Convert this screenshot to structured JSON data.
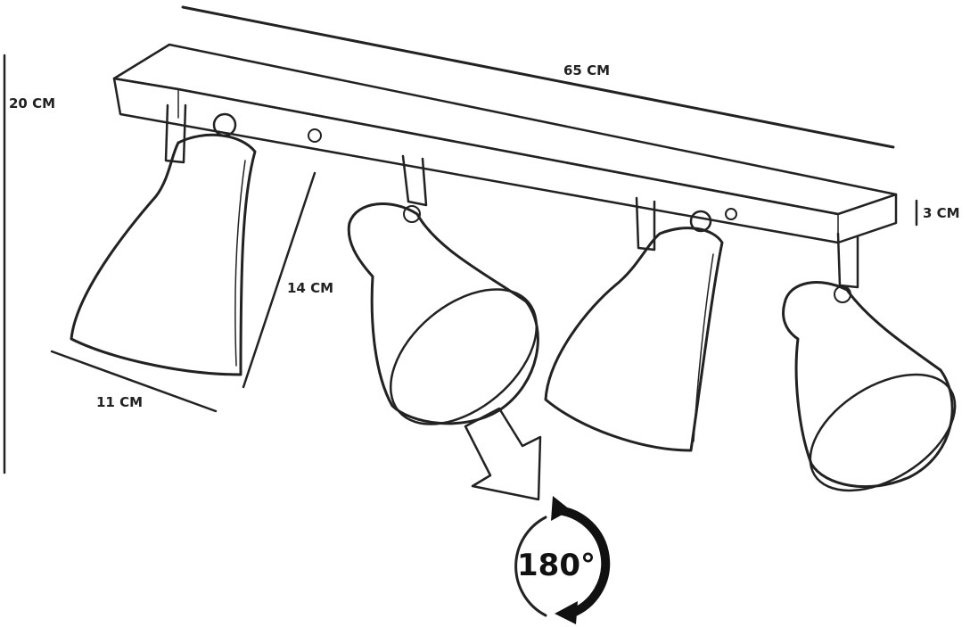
{
  "dimensions": {
    "length": "65 CM",
    "height": "20 CM",
    "base_thickness": "3 CM",
    "shade_length": "14 CM",
    "shade_diameter": "11 CM"
  },
  "rotation": {
    "label": "180°"
  },
  "colors": {
    "line": "#222222",
    "background": "#ffffff"
  }
}
